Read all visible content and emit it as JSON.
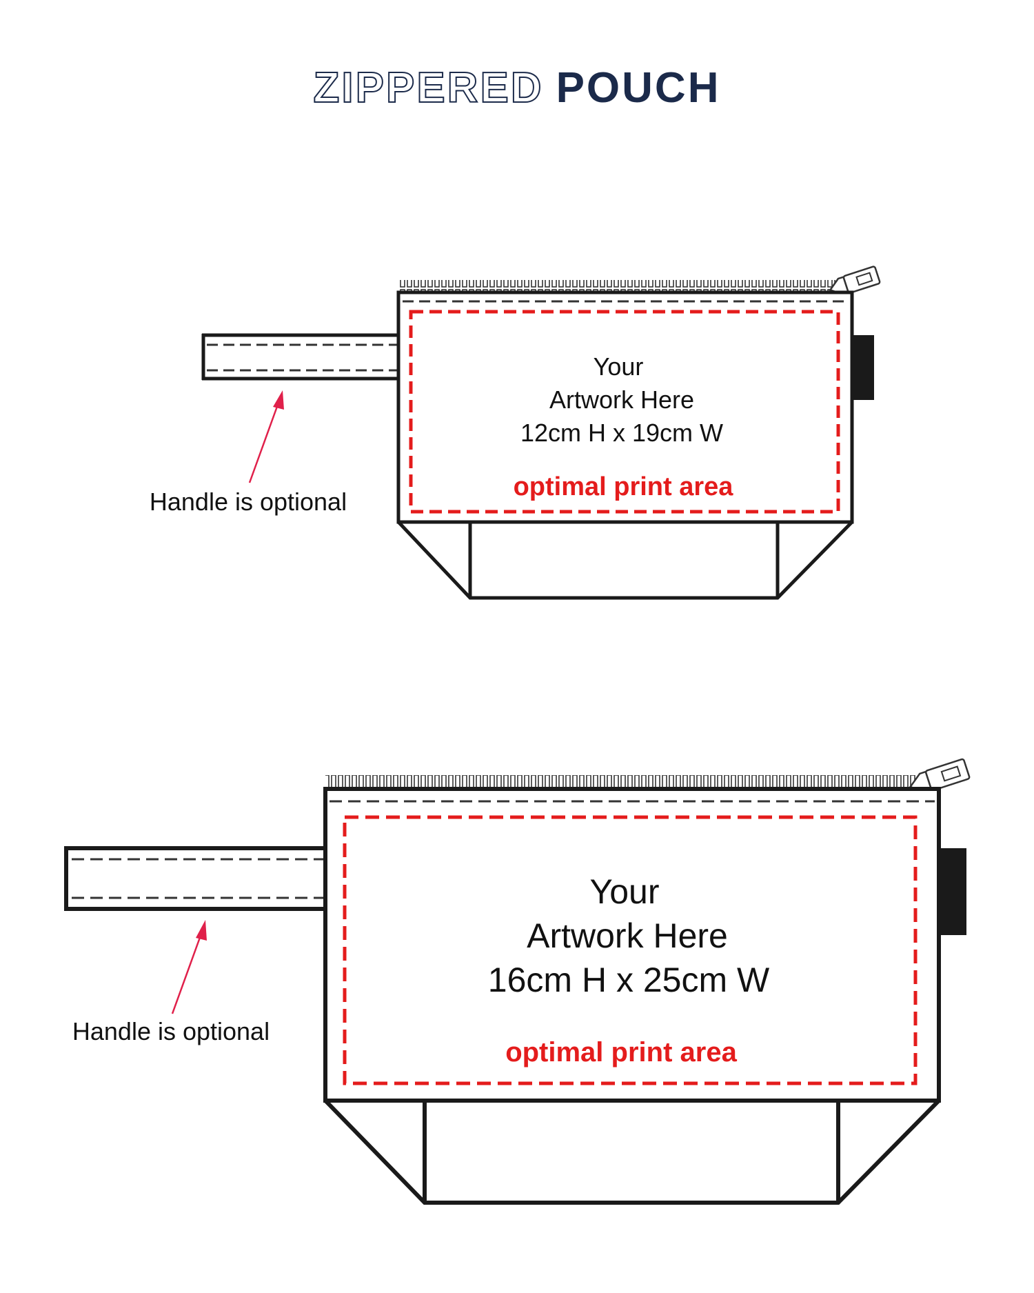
{
  "title": {
    "outline_word": "ZIPPERED",
    "solid_word": "POUCH"
  },
  "colors": {
    "navy": "#1b2a4a",
    "print_area": "#e41c1c",
    "arrow": "#e0204a",
    "outline": "#1a1a1a"
  },
  "small_pouch": {
    "artwork_line1": "Your",
    "artwork_line2": "Artwork Here",
    "dimensions": "12cm H x 19cm W",
    "print_area_label": "optimal print area",
    "handle_note": "Handle is optional"
  },
  "large_pouch": {
    "artwork_line1": "Your",
    "artwork_line2": "Artwork Here",
    "dimensions": "16cm H x 25cm W",
    "print_area_label": "optimal print area",
    "handle_note": "Handle is optional"
  }
}
